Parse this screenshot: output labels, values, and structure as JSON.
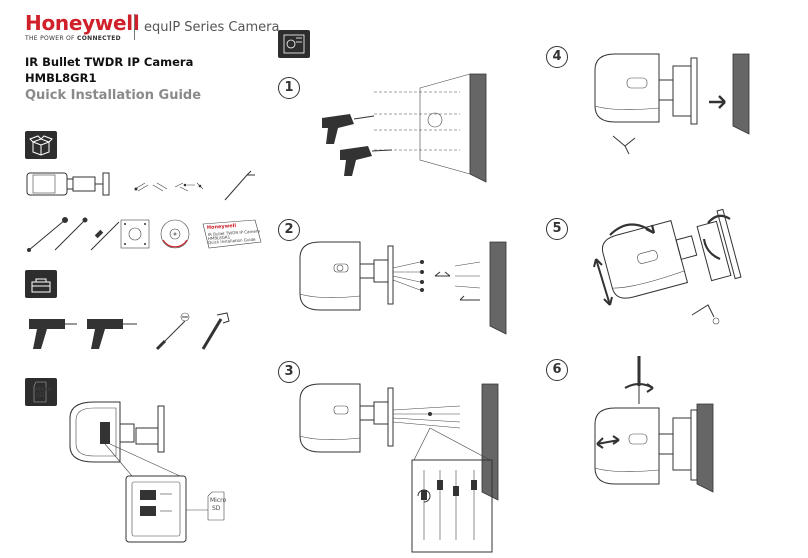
{
  "brand": {
    "name": "Honeywell",
    "tagline_prefix": "THE POWER OF",
    "tagline_bold": "CONNECTED",
    "series": "equIP Series Camera"
  },
  "product": {
    "title": "IR Bullet TWDR IP Camera",
    "model": "HMBL8GR1",
    "guide": "Quick Installation Guide"
  },
  "sections": {
    "box_icon": "package-box-icon",
    "tools_icon": "toolbox-icon",
    "sd_icon": "micro-sd-icon",
    "sd_icon_label_1": "Micro",
    "sd_icon_label_2": "SD",
    "sd_card_label_1": "Micro",
    "sd_card_label_2": "SD",
    "template_icon": "mounting-template-icon"
  },
  "doc_thumb": {
    "brand": "Honeywell",
    "line1": "IR Bullet TWDR IP Camera",
    "line2": "HMBL8GR1",
    "line3": "Quick Installation Guide"
  },
  "steps": [
    "1",
    "2",
    "3",
    "4",
    "5",
    "6"
  ],
  "colors": {
    "brand_red": "#d0202a",
    "dark_box": "#2d2d2d",
    "wall": "#666666"
  }
}
